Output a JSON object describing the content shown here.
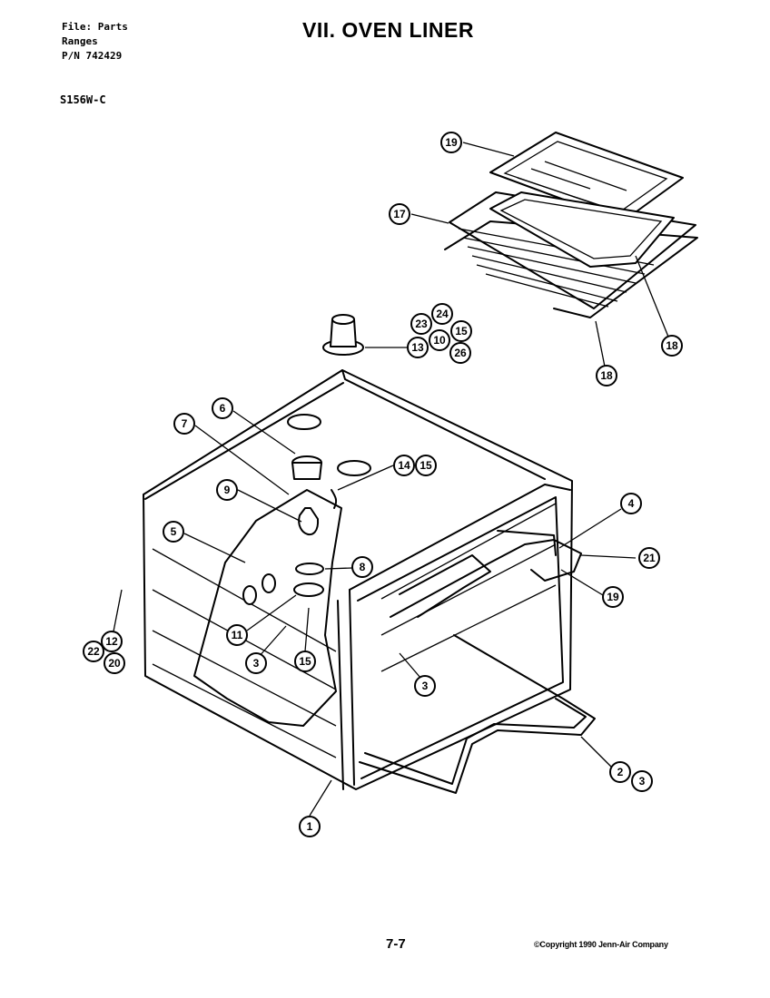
{
  "header": {
    "file_line": "File: Parts",
    "category_line": "Ranges",
    "pn_line": "P/N 742429",
    "model": "S156W-C",
    "title": "VII. OVEN LINER"
  },
  "footer": {
    "page_number": "7-7",
    "copyright": "©Copyright 1990 Jenn-Air Company"
  },
  "callouts": [
    {
      "id": "c19",
      "label": "19"
    },
    {
      "id": "c17",
      "label": "17"
    },
    {
      "id": "c18a",
      "label": "18"
    },
    {
      "id": "c18b",
      "label": "18"
    },
    {
      "id": "c24",
      "label": "24"
    },
    {
      "id": "c23",
      "label": "23"
    },
    {
      "id": "c15a",
      "label": "15"
    },
    {
      "id": "c10",
      "label": "10"
    },
    {
      "id": "c13",
      "label": "13"
    },
    {
      "id": "c26",
      "label": "26"
    },
    {
      "id": "c6",
      "label": "6"
    },
    {
      "id": "c7",
      "label": "7"
    },
    {
      "id": "c14",
      "label": "14"
    },
    {
      "id": "c15b",
      "label": "15"
    },
    {
      "id": "c9",
      "label": "9"
    },
    {
      "id": "c5",
      "label": "5"
    },
    {
      "id": "c8",
      "label": "8"
    },
    {
      "id": "c4",
      "label": "4"
    },
    {
      "id": "c21",
      "label": "21"
    },
    {
      "id": "c19b",
      "label": "19"
    },
    {
      "id": "c12",
      "label": "12"
    },
    {
      "id": "c22",
      "label": "22"
    },
    {
      "id": "c20",
      "label": "20"
    },
    {
      "id": "c11",
      "label": "11"
    },
    {
      "id": "c3a",
      "label": "3"
    },
    {
      "id": "c15c",
      "label": "15"
    },
    {
      "id": "c3b",
      "label": "3"
    },
    {
      "id": "c2",
      "label": "2"
    },
    {
      "id": "c3c",
      "label": "3"
    },
    {
      "id": "c1",
      "label": "1"
    }
  ]
}
